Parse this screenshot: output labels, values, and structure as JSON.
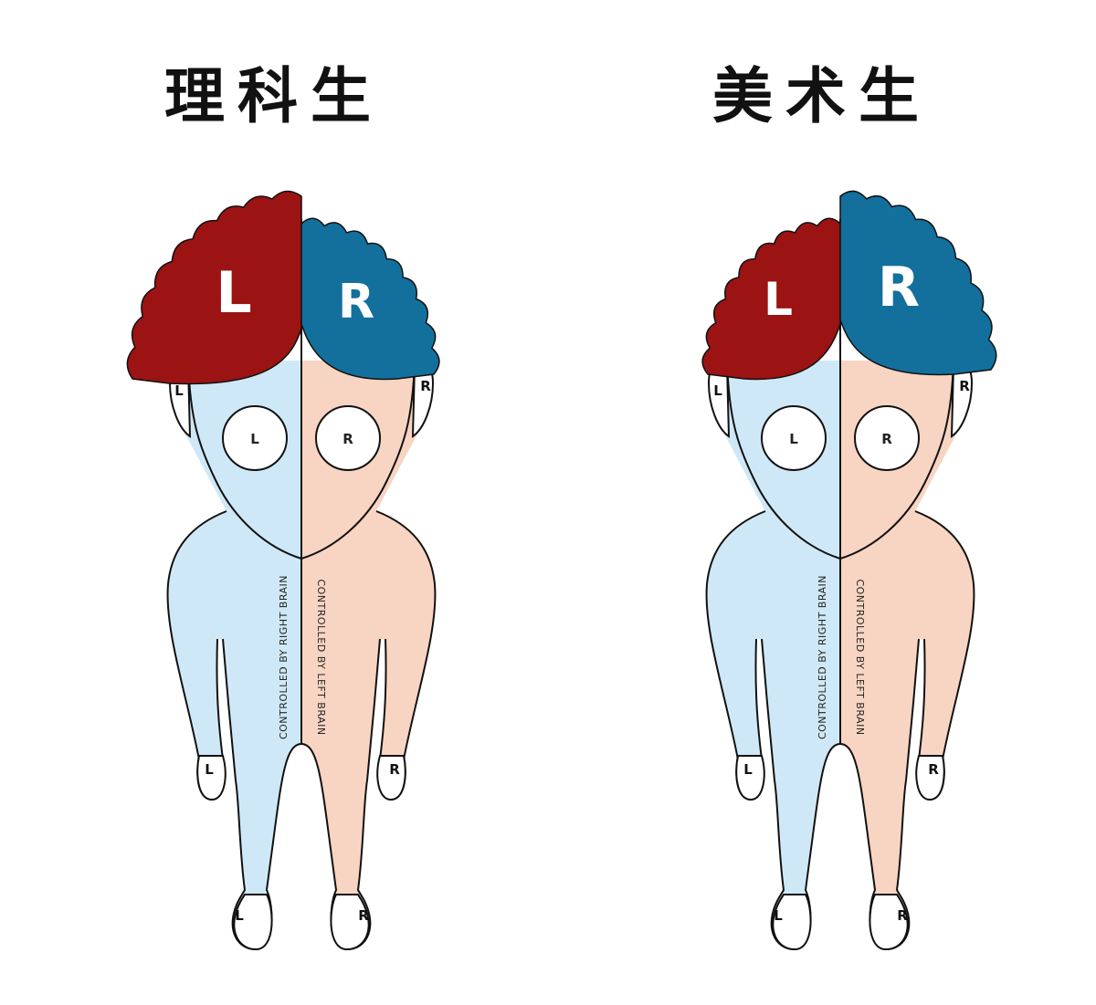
{
  "colors": {
    "left_brain": "#9b1313",
    "right_brain": "#13709c",
    "left_body": "#cfe8f7",
    "right_body": "#f8d4c2",
    "outline": "#111111"
  },
  "figures": [
    {
      "title": "理科生",
      "brain_dominance": "left",
      "brain_left_label": "L",
      "brain_right_label": "R",
      "ear_left_label": "L",
      "ear_right_label": "R",
      "eye_left_label": "L",
      "eye_right_label": "R",
      "hand_left_label": "L",
      "hand_right_label": "R",
      "foot_left_label": "L",
      "foot_right_label": "R",
      "body_left_text": "CONTROLLED BY RIGHT BRAIN",
      "body_right_text": "CONTROLLED BY LEFT BRAIN"
    },
    {
      "title": "美术生",
      "brain_dominance": "right",
      "brain_left_label": "L",
      "brain_right_label": "R",
      "ear_left_label": "L",
      "ear_right_label": "R",
      "eye_left_label": "L",
      "eye_right_label": "R",
      "hand_left_label": "L",
      "hand_right_label": "R",
      "foot_left_label": "L",
      "foot_right_label": "R",
      "body_left_text": "CONTROLLED BY RIGHT BRAIN",
      "body_right_text": "CONTROLLED BY LEFT BRAIN"
    }
  ]
}
